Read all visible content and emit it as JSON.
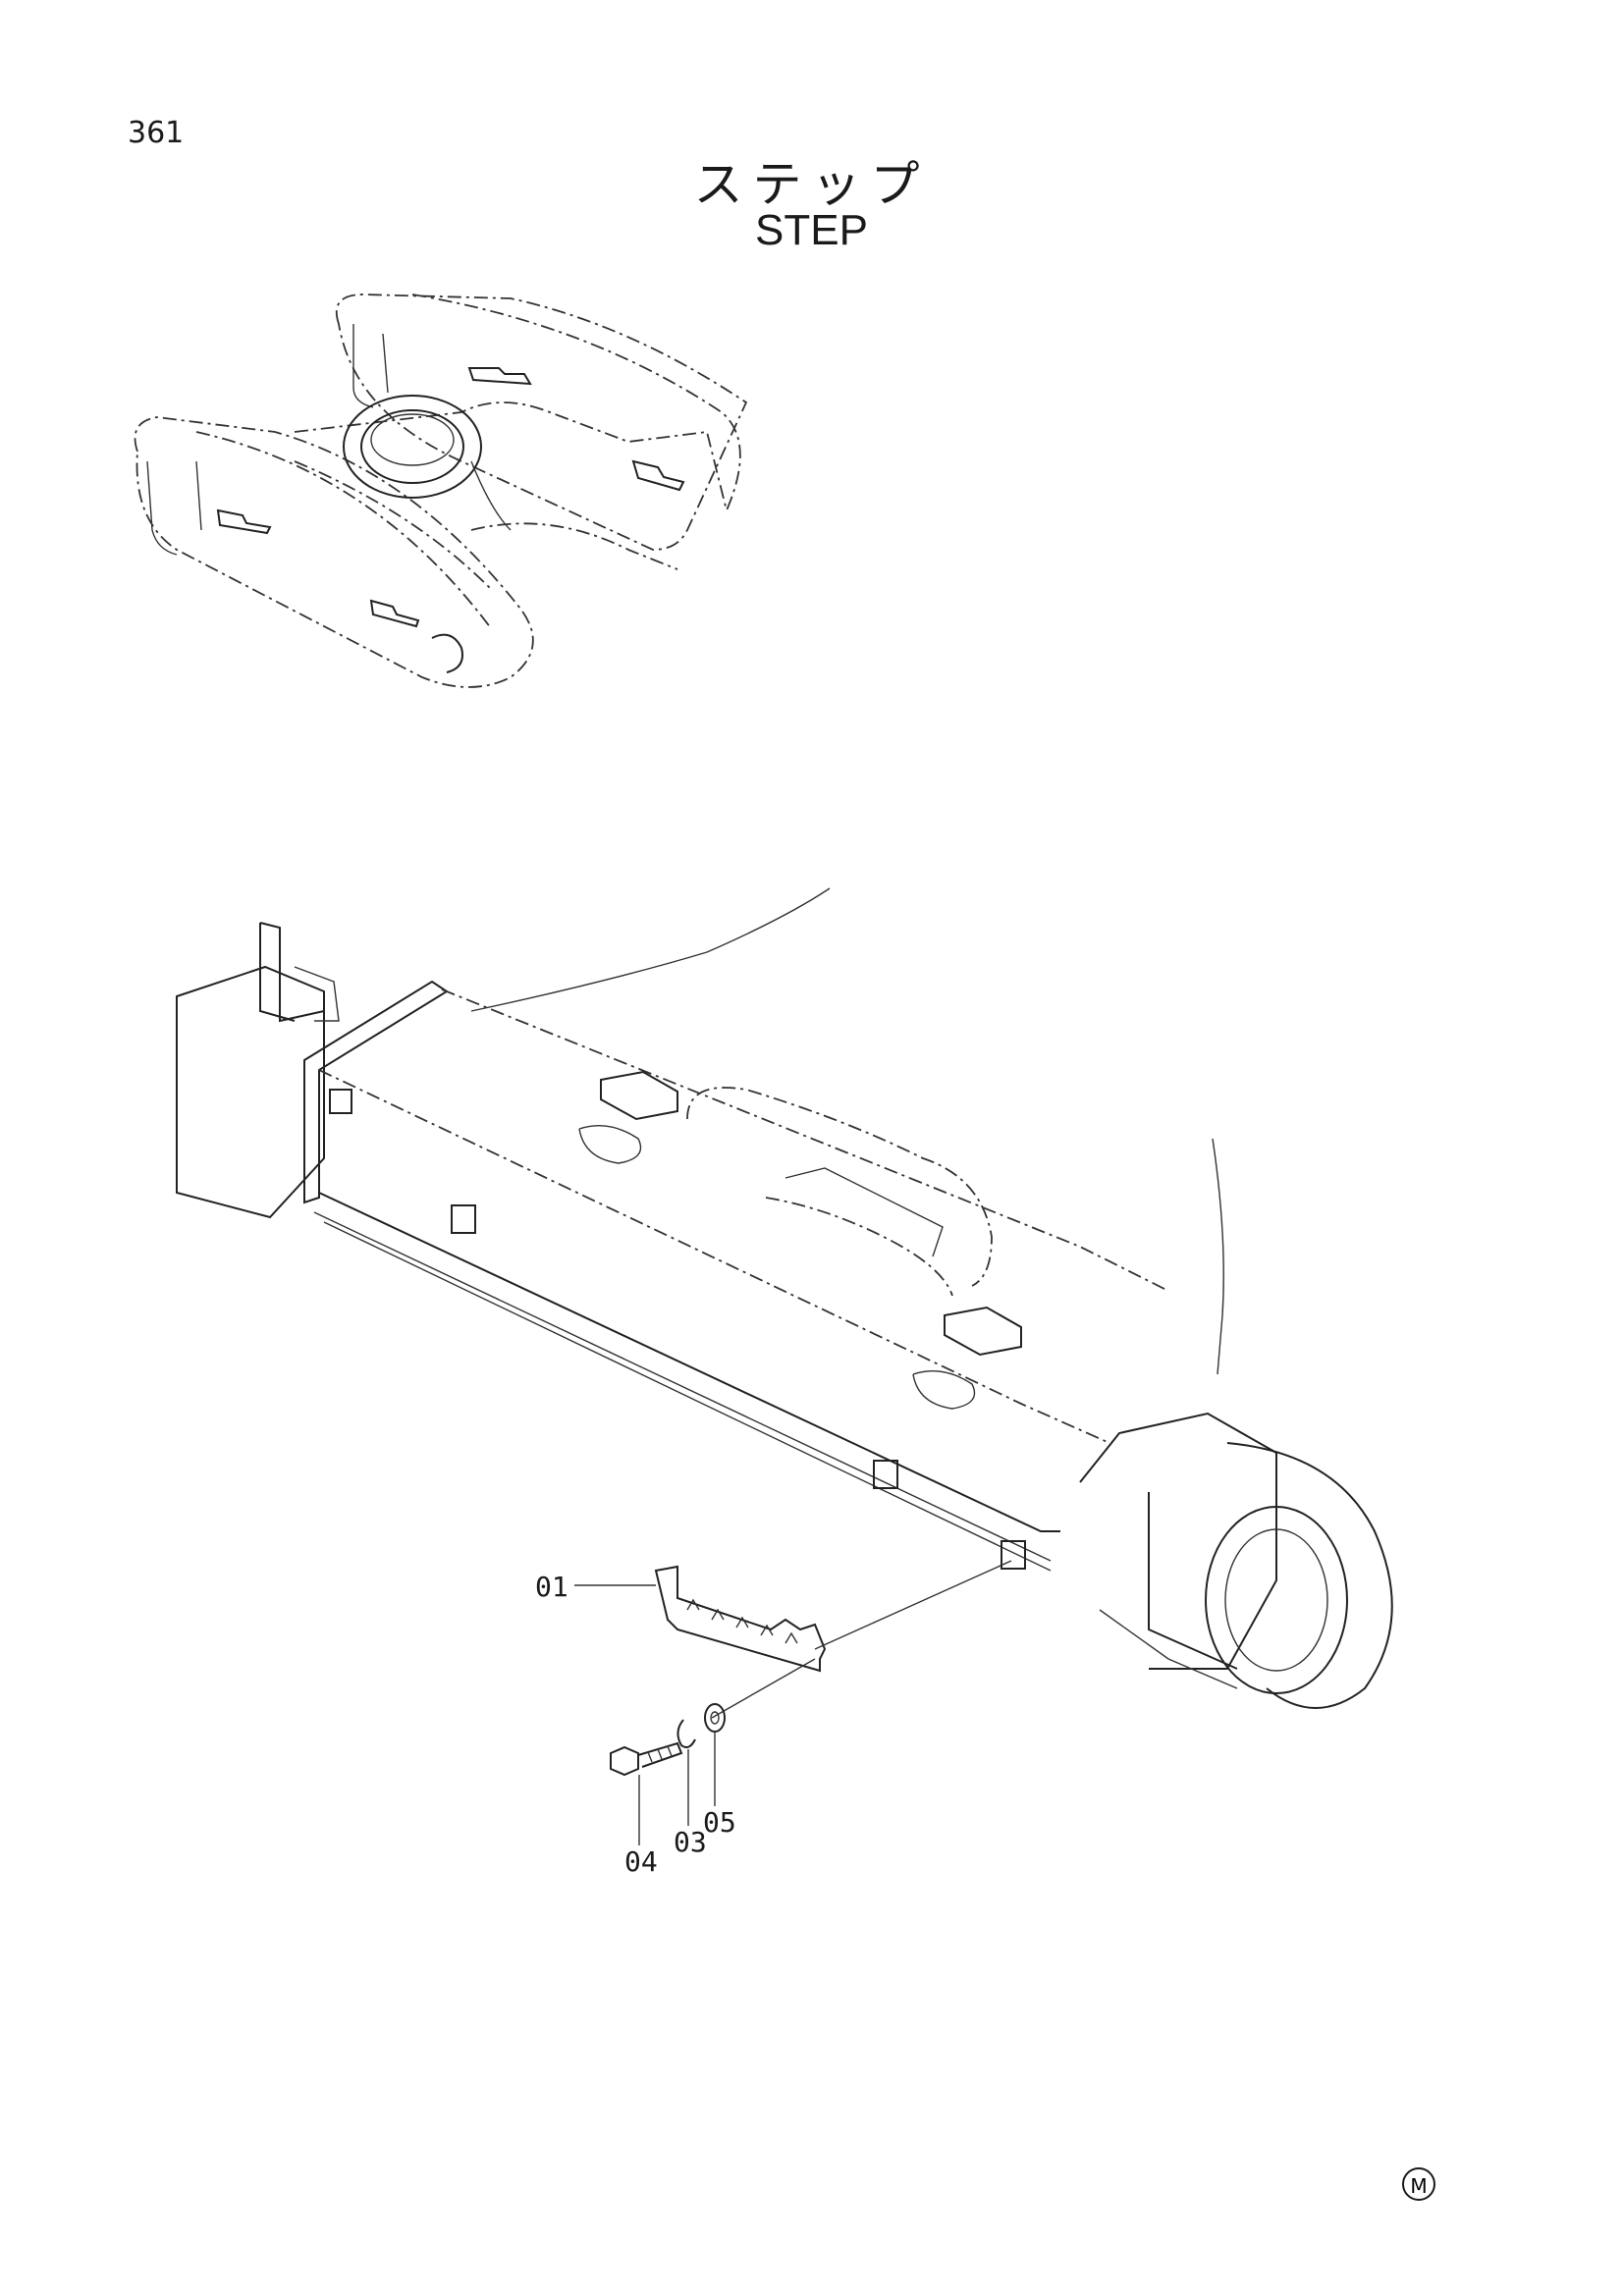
{
  "page": {
    "number": "361"
  },
  "title": {
    "japanese": "ステップ",
    "english": "STEP"
  },
  "callouts": [
    {
      "id": "01",
      "label": "01"
    },
    {
      "id": "04",
      "label": "04"
    },
    {
      "id": "03",
      "label": "03"
    },
    {
      "id": "05",
      "label": "05"
    }
  ],
  "mark": {
    "symbol": "M"
  }
}
